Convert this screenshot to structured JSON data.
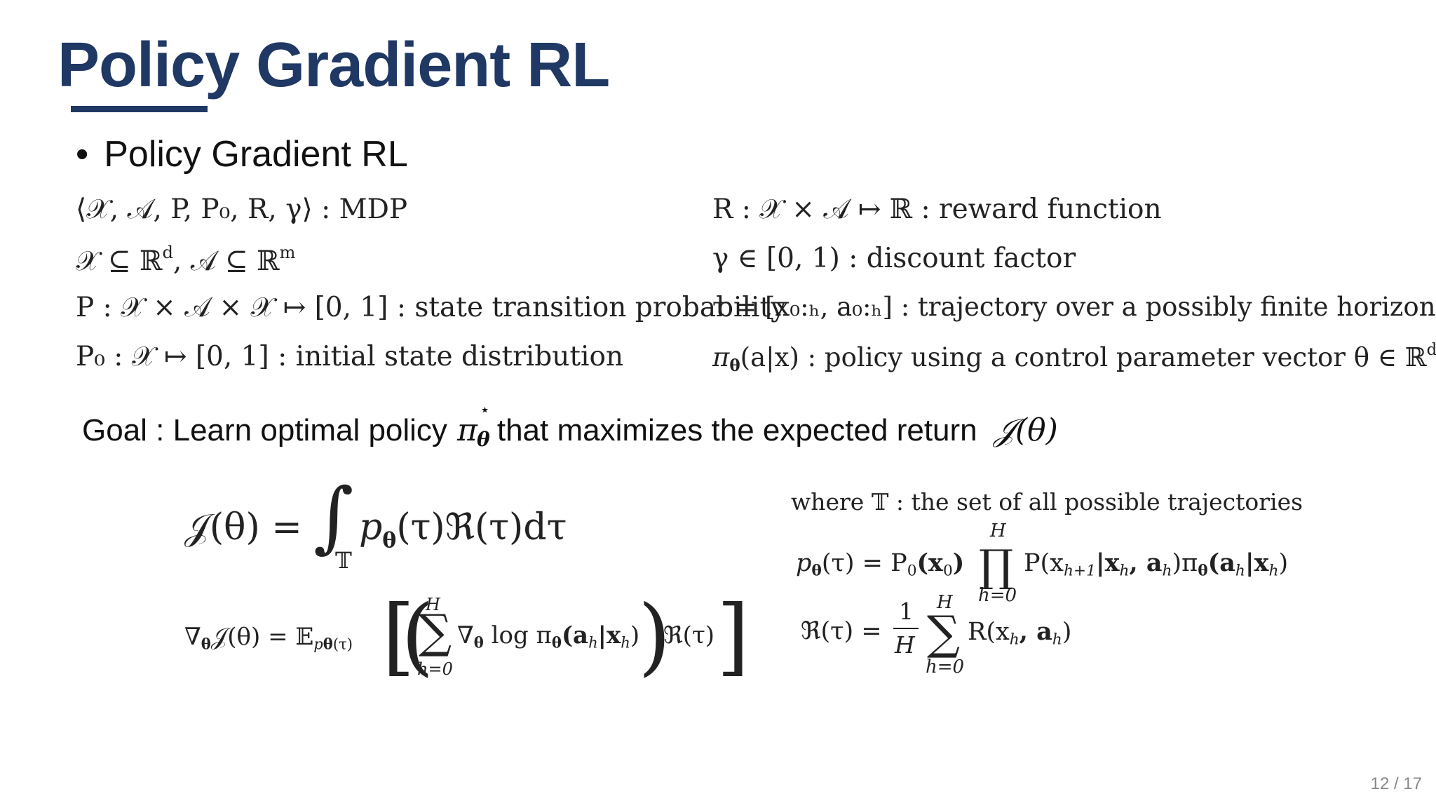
{
  "slide": {
    "title": "Policy Gradient RL",
    "bullet": "Policy Gradient RL",
    "page_number": "12 / 17"
  },
  "definitions": {
    "mdp_tuple": "⟨𝒳, 𝒜, P, P₀, R, γ⟩",
    "mdp_desc": ": MDP",
    "spaces": "𝒳 ⊆ ℝ",
    "spaces_sup_d": "d",
    "spaces_mid": ",  𝒜 ⊆ ℝ",
    "spaces_sup_m": "m",
    "transition_sym": "P : 𝒳 × 𝒜 × 𝒳 ↦ [0, 1]",
    "transition_desc": ": state transition probability",
    "initial_sym": "P₀ : 𝒳 ↦ [0, 1]",
    "initial_desc": ": initial state distribution",
    "reward_sym": "R : 𝒳 × 𝒜 ↦ ℝ",
    "reward_desc": ": reward function",
    "discount_sym": "γ ∈ [0, 1)",
    "discount_desc": ": discount factor",
    "traj_sym": "τ = [x₀:ₕ, a₀:ₕ]",
    "traj_desc": ": trajectory over a possibly finite horizon H",
    "policy_sym": "π",
    "policy_sub": "θ",
    "policy_arg": "(a|x)",
    "policy_desc": ": policy using a control parameter vector",
    "policy_vec": "θ ∈ ℝ",
    "policy_vec_sup": "d"
  },
  "goal": {
    "text_a": "Goal : Learn optimal policy",
    "pi": "π",
    "star": "⋆",
    "theta": "θ",
    "text_b": "that maximizes the expected return",
    "j_theta": "𝒥(θ)"
  },
  "equations": {
    "objective_lhs": "𝒥(θ) =",
    "objective_rhs": "p",
    "objective_rhs2": "(τ)ℜ(τ)dτ",
    "integral_sub": "𝕋",
    "gradient_lhs": "∇",
    "gradient_lhs2": "𝒥(θ) = 𝔼",
    "gradient_sub": "p",
    "gradient_sub2": "(τ)",
    "gradient_body": "∇",
    "gradient_body2": "log π",
    "gradient_body3": "(a",
    "gradient_body4": "|x",
    "gradient_body5": ")",
    "gradient_tail": "ℜ(τ)",
    "sum_top": "H",
    "sum_bottom": "h=0",
    "where_text": "where 𝕋 : the set of all possible trajectories",
    "traj_prob_lhs": "p",
    "traj_prob_lhs2": "(τ) = P",
    "traj_prob_lhs3": "(x",
    "traj_prob_lhs4": ")",
    "traj_prob_body": "P(x",
    "traj_prob_body2": "|x",
    "traj_prob_body3": ", a",
    "traj_prob_body4": ")π",
    "traj_prob_body5": "(a",
    "traj_prob_body6": "|x",
    "traj_prob_body7": ")",
    "return_lhs": "ℜ(τ) =",
    "return_num": "1",
    "return_den": "H",
    "return_body": "R(x",
    "return_body2": ", a",
    "return_body3": ")"
  }
}
